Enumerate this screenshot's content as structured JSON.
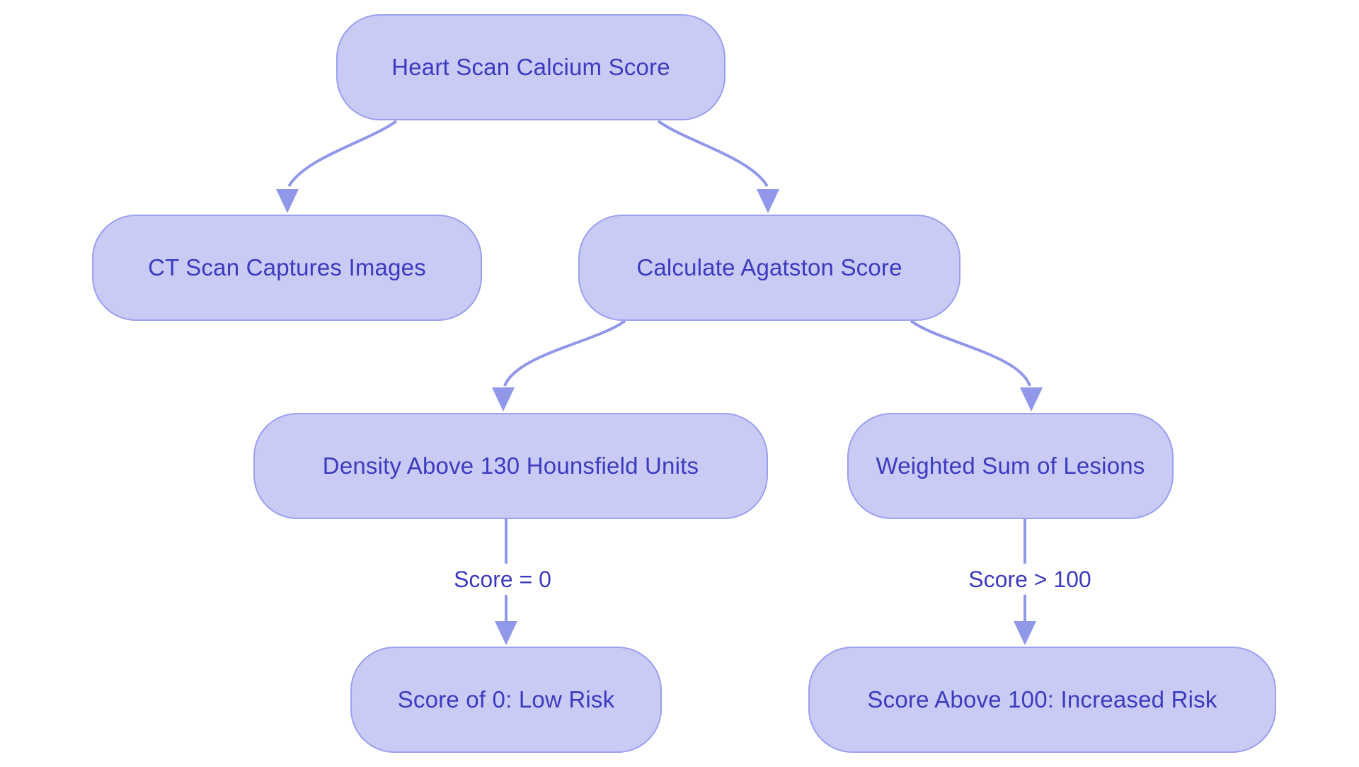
{
  "diagram": {
    "type": "flowchart",
    "direction": "top-down",
    "nodes": [
      {
        "id": "heart-scan",
        "label": "Heart Scan Calcium Score"
      },
      {
        "id": "ct-scan",
        "label": "CT Scan Captures Images"
      },
      {
        "id": "agatston",
        "label": "Calculate Agatston Score"
      },
      {
        "id": "density",
        "label": "Density Above 130 Hounsfield Units"
      },
      {
        "id": "weighted-sum",
        "label": "Weighted Sum of Lesions"
      },
      {
        "id": "low-risk",
        "label": "Score of 0: Low Risk"
      },
      {
        "id": "increased-risk",
        "label": "Score Above 100: Increased Risk"
      }
    ],
    "edges": [
      {
        "from": "heart-scan",
        "to": "ct-scan",
        "label": ""
      },
      {
        "from": "heart-scan",
        "to": "agatston",
        "label": ""
      },
      {
        "from": "agatston",
        "to": "density",
        "label": ""
      },
      {
        "from": "agatston",
        "to": "weighted-sum",
        "label": ""
      },
      {
        "from": "density",
        "to": "low-risk",
        "label": "Score = 0"
      },
      {
        "from": "weighted-sum",
        "to": "increased-risk",
        "label": "Score > 100"
      }
    ],
    "colors": {
      "node_fill": "#c9cbf5",
      "node_border": "#9ba0ef",
      "edge_stroke": "#9197e9",
      "text": "#3c3abf",
      "background": "#ffffff"
    }
  }
}
